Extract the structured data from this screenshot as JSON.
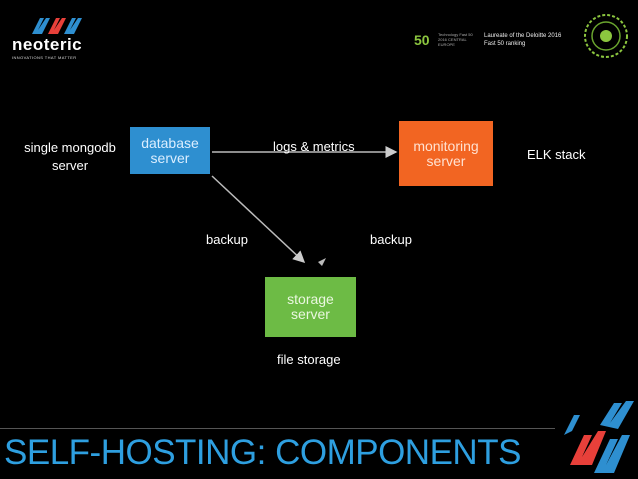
{
  "logo": {
    "name": "neoteric",
    "tagline": "INNOVATIONS THAT MATTER"
  },
  "award": {
    "number": "50",
    "small_text": "Technology Fast 50 2016 CENTRAL EUROPE",
    "line1": "Laureate of the Deloitte 2016",
    "line2": "Fast 50 ranking"
  },
  "nodes": {
    "database": {
      "line1": "database",
      "line2": "server"
    },
    "monitoring": {
      "line1": "monitoring",
      "line2": "server"
    },
    "storage": {
      "line1": "storage",
      "line2": "server"
    }
  },
  "labels": {
    "single_mongodb": "single mongodb server",
    "logs_metrics": "logs & metrics",
    "elk_stack": "ELK stack",
    "backup_left": "backup",
    "backup_right": "backup",
    "file_storage": "file storage"
  },
  "slide_title": "SELF-HOSTING: COMPONENTS",
  "colors": {
    "database": "#2e8fd0",
    "monitoring": "#f26522",
    "storage": "#6dbb45",
    "title": "#2e9fe0"
  }
}
